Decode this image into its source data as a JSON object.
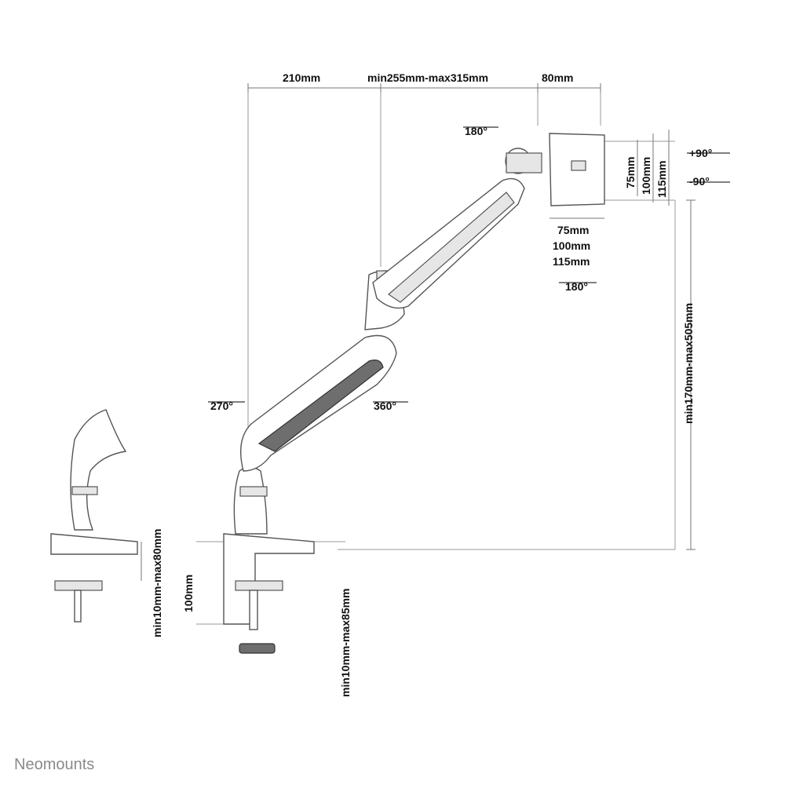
{
  "brand": "Neomounts",
  "dimensions": {
    "arm_base_width": "210mm",
    "arm_reach": "min255mm-max315mm",
    "head_depth": "80mm",
    "vesa_v_75": "75mm",
    "vesa_v_100": "100mm",
    "vesa_v_115": "115mm",
    "vesa_h_75": "75mm",
    "vesa_h_100": "100mm",
    "vesa_h_115": "115mm",
    "height_range": "min170mm-max505mm",
    "desk_clamp_range": "min10mm-max80mm",
    "clamp_height": "100mm",
    "grommet_range": "min10mm-max85mm"
  },
  "rotations": {
    "head_swivel": "180°",
    "tilt_up": "+90°",
    "tilt_down": "-90°",
    "rotation_bottom": "180°",
    "arm_swivel": "270°",
    "base_swivel": "360°"
  }
}
